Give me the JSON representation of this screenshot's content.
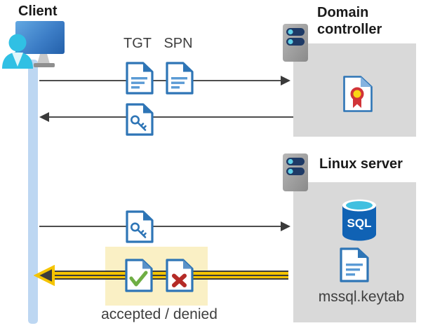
{
  "client": {
    "label": "Client"
  },
  "domain_controller": {
    "label": "Domain controller"
  },
  "linux_server": {
    "label": "Linux server",
    "database_label": "SQL",
    "keytab_filename": "mssql.keytab"
  },
  "flows": {
    "tgt_label": "TGT",
    "spn_label": "SPN",
    "result_label": "accepted / denied"
  },
  "icons": [
    "user-icon",
    "monitor-icon",
    "server-icon",
    "certificate-icon",
    "sql-database-icon",
    "document-icon",
    "key-ticket-icon",
    "accepted-check-icon",
    "denied-x-icon",
    "arrow-icon"
  ],
  "colors": {
    "document_blue": "#2e75b6",
    "document_line_blue": "#5b9bd5",
    "box_gray": "#d9d9d9",
    "lifeline_blue": "#bdd7f2",
    "person_cyan": "#30c0e4",
    "arrow_dark": "#3a3a3a",
    "highlight_yellow": "#faf0c5",
    "accent_yellow": "#f5c400",
    "accepted_green": "#6fae44",
    "denied_red": "#b52b27",
    "seal_yellow": "#f9d616",
    "seal_red": "#d13438"
  }
}
